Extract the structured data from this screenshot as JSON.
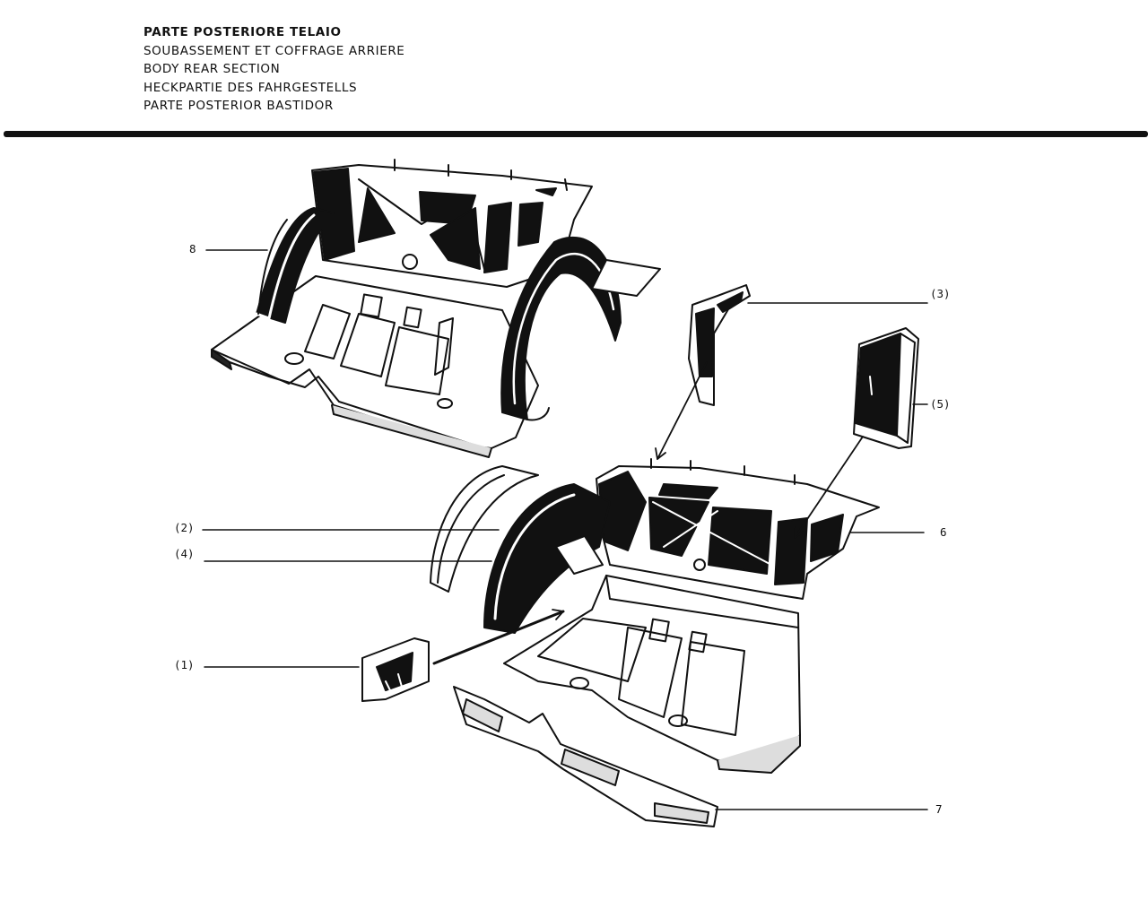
{
  "header": {
    "title_it": "PARTE POSTERIORE TELAIO",
    "title_fr": "SOUBASSEMENT ET COFFRAGE ARRIERE",
    "title_en": "BODY REAR SECTION",
    "title_de": "HECKPARTIE DES FAHRGESTELLS",
    "title_es": "PARTE POSTERIOR BASTIDOR"
  },
  "callouts": {
    "c8": "8",
    "c3": "(3)",
    "c5": "(5)",
    "c2": "(2)",
    "c6": "6",
    "c4": "(4)",
    "c1": "(1)",
    "c7": "7"
  },
  "colors": {
    "ink": "#111111",
    "paper": "#ffffff"
  }
}
